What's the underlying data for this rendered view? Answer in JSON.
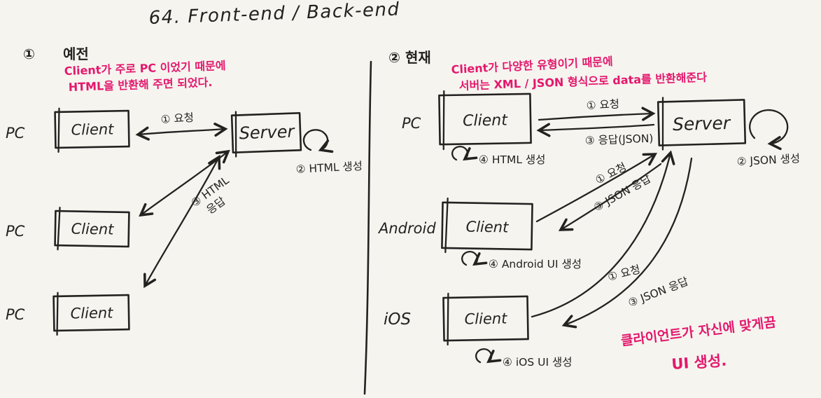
{
  "title": "64.  Front-end   /  Back-end",
  "colors": {
    "ink": "#232220",
    "accent": "#e3186d",
    "paper": "#f6f4ef"
  },
  "past": {
    "number": "①",
    "heading": "예전",
    "note1": "Client가 주로 PC 이었기 때문에",
    "note2": "HTML을 반환해 주면 되었다.",
    "platform": "PC",
    "client_label": "Client",
    "server_label": "Server",
    "request_label": "① 요청",
    "server_loop_label": "② HTML 생성",
    "response_label_line1": "③ HTML",
    "response_label_line2": "응답"
  },
  "present": {
    "number": "②",
    "heading": "현재",
    "note1": "Client가 다양한 유형이기 때문에",
    "note2": "서버는 XML / JSON 형식으로 data를 반환해준다",
    "server_label": "Server",
    "server_loop_label": "② JSON 생성",
    "pc": {
      "platform": "PC",
      "client_label": "Client",
      "request_label": "① 요청",
      "response_label": "③ 응답(JSON)",
      "render_loop_label": "④ HTML 생성"
    },
    "android": {
      "platform": "Android",
      "client_label": "Client",
      "request_label": "① 요청",
      "response_label": "③ JSON 응답",
      "render_loop_label": "④ Android UI 생성"
    },
    "ios": {
      "platform": "iOS",
      "client_label": "Client",
      "request_label": "① 요청",
      "response_label": "③ JSON 응답",
      "render_loop_label": "④ iOS UI 생성"
    },
    "footnote1": "클라이언트가 자신에 맞게끔",
    "footnote2": "UI 생성."
  }
}
